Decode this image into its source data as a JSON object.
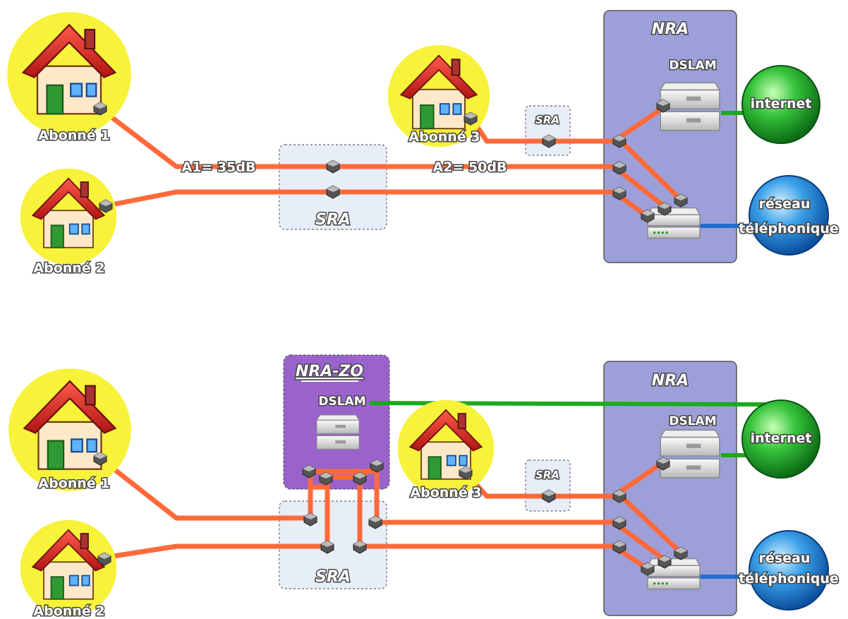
{
  "colors": {
    "line_subscriber": "#ff6a3a",
    "line_internet": "#1caa1c",
    "line_phone": "#1f6fd0",
    "nra_box": "#9d9fd9",
    "nrazo_box": "#9a63cc",
    "sra_box": "#e8eef8",
    "house_halo": "#f7f23a"
  },
  "icons": [
    "house-icon",
    "dslam-icon",
    "splitter-icon",
    "connector-icon",
    "globe-icon"
  ],
  "top": {
    "nra_label": "NRA",
    "dslam_label": "DSLAM",
    "sra_large_label": "SRA",
    "sra_small_label": "SRA",
    "internet_label": "internet",
    "phone_label_1": "réseau",
    "phone_label_2": "téléphonique",
    "subscriber_1": "Abonné 1",
    "subscriber_2": "Abonné 2",
    "subscriber_3": "Abonné 3",
    "attenuation_1": "A1= 35dB",
    "attenuation_2": "A2= 50dB"
  },
  "bottom": {
    "nra_label": "NRA",
    "nrazo_label": "NRA-ZO",
    "nrazo_dslam_label": "DSLAM",
    "dslam_label": "DSLAM",
    "sra_large_label": "SRA",
    "sra_small_label": "SRA",
    "internet_label": "internet",
    "phone_label_1": "réseau",
    "phone_label_2": "téléphonique",
    "subscriber_1": "Abonné 1",
    "subscriber_2": "Abonné 2",
    "subscriber_3": "Abonné 3"
  }
}
